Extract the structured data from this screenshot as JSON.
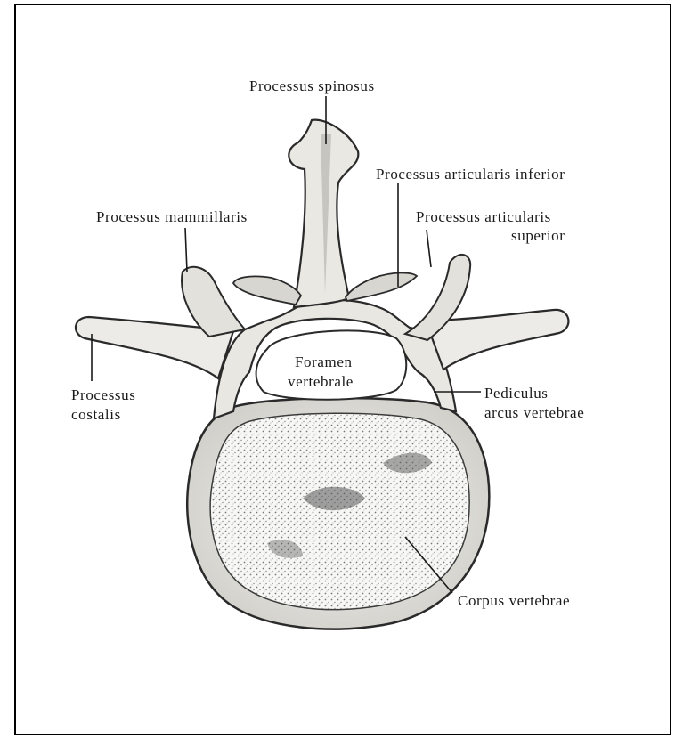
{
  "labels": {
    "processus_spinosus": "Processus spinosus",
    "processus_articularis_inferior": "Processus articularis inferior",
    "processus_mammillaris": "Processus mammillaris",
    "processus_articularis_superior_1": "Processus articularis",
    "processus_articularis_superior_2": "superior",
    "foramen_vertebrale_1": "Foramen",
    "foramen_vertebrale_2": "vertebrale",
    "processus_costalis_1": "Processus",
    "processus_costalis_2": "costalis",
    "pediculus_arcus_vertebrae_1": "Pediculus",
    "pediculus_arcus_vertebrae_2": "arcus vertebrae",
    "corpus_vertebrae": "Corpus vertebrae"
  },
  "colors": {
    "bone_fill": "#ededea",
    "bone_shade": "#b9b8b2",
    "outline": "#2a2a2a",
    "cancellous_dots": "#5a5a5a",
    "frame": "#000000"
  }
}
